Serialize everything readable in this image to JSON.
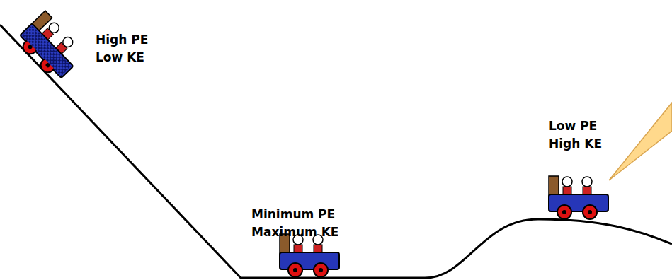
{
  "diagram": {
    "labels": [
      "High PE",
      "Low KE",
      "Minimum PE",
      "Maximum KE",
      "Low PE",
      "High KE"
    ]
  }
}
